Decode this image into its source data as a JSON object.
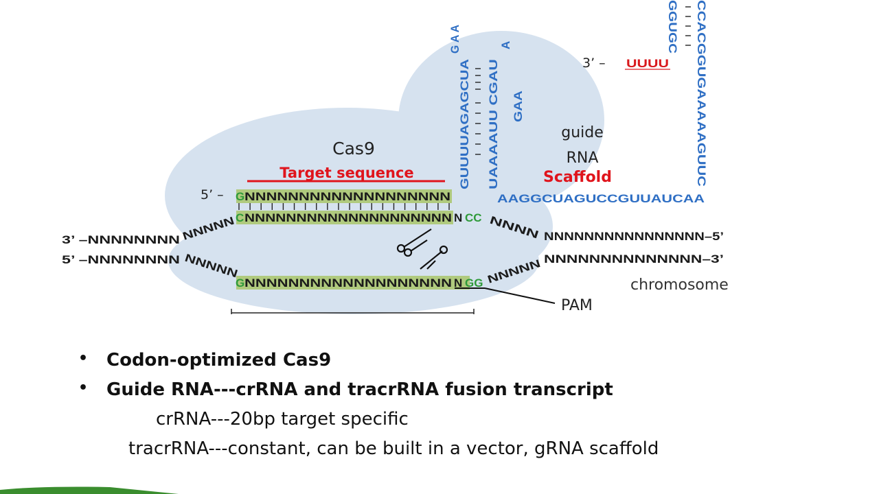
{
  "diagram": {
    "cas9_label": "Cas9",
    "target_label": "Target sequence",
    "guide_label_line1": "guide",
    "guide_label_line2": "RNA",
    "scaffold_label": "Scaffold",
    "chromosome_label": "chromosome",
    "pam_label": "PAM",
    "guide_5_label": "5’ –",
    "guide_3_label": "3’ –",
    "guide_g": "G",
    "guide_ns": "NNNNNNNNNNNNNNNNNNN",
    "guide_3_tail": "UUUU",
    "stem_left_col1": "GUUUUAGAGCUA",
    "stem_left_col2": "UAAAAUU CGAU",
    "stem_loop_top": "G A A",
    "stem_loop_side": "A",
    "stem_gaa": "GAA",
    "scaffold_bottom": "AAGGCUAGUCCGUUAUCAA",
    "scaffold_right_col": "CCACGGUGAAAAAGUUC",
    "scaffold_right_col2": "GGUGC",
    "top_strand_left": "3’ –NNNNNNNN",
    "top_strand_left_diag": "NNNNN",
    "top_strand_mid": "NNNNNNNNNNNNNNNNNNNN",
    "top_strand_c": "C",
    "top_strand_n": "N",
    "top_strand_cc": "CC",
    "top_strand_right_diag": "NNNN",
    "top_strand_right": "NNNNNNNNNNNNNNNN–5’",
    "bottom_strand_left": "5’ –NNNNNNNN",
    "bottom_strand_left_diag": "NNNNN",
    "bottom_strand_g": "G",
    "bottom_strand_mid": "NNNNNNNNNNNNNNNNNNN",
    "bottom_strand_n": "N",
    "bottom_strand_gg": "GG",
    "bottom_strand_right_diag": "NNNNN",
    "bottom_strand_right": "NNNNNNNNNNNNNN–3’",
    "colors": {
      "cas9_fill": "#d6e2ef",
      "guide_blue": "#2f6fc4",
      "highlight_green": "#a9c56a",
      "target_red": "#e0141c",
      "tail_red": "#d9191d",
      "accent_green": "#3a8d2e"
    }
  },
  "bullets": [
    {
      "marker": "•",
      "text": "Codon-optimized Cas9"
    },
    {
      "marker": "•",
      "text": "Guide RNA---crRNA and tracrRNA fusion transcript"
    }
  ],
  "sub_lines": [
    "crRNA---20bp target specific",
    "tracrRNA---constant, can be built in a vector, gRNA scaffold"
  ]
}
